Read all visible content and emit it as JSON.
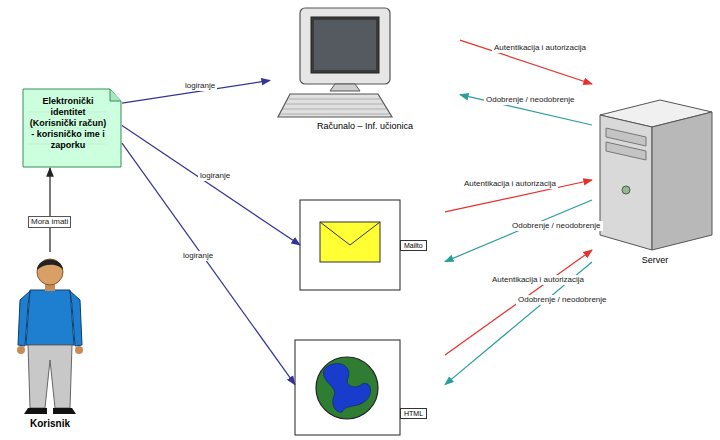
{
  "diagram": {
    "nodes": [
      {
        "text": [
          "Elektronički identitet (Korisnički račun) - korisničko ime i zaporku"
        ]
      },
      {
        "text": [
          "Računalo – Inf. učionica"
        ]
      },
      {
        "text": [
          "Mailto"
        ]
      },
      {
        "text": [
          "Server"
        ]
      },
      {
        "text": [
          "HTML"
        ]
      },
      {
        "text": [
          "Korisnik"
        ]
      }
    ],
    "edges": [
      {
        "from": 0,
        "to": 1,
        "label": "logiranje",
        "arrow": "to"
      },
      {
        "from": 0,
        "to": 2,
        "label": "logiranje",
        "arrow": "to"
      },
      {
        "from": 0,
        "to": 4,
        "label": "logiranje",
        "arrow": "to"
      },
      {
        "from": 1,
        "to": 3,
        "label": "Autentikacija i autorizacija",
        "arrow": "to"
      },
      {
        "from": 3,
        "to": 1,
        "label": "Odobrenje / neodobrenje",
        "arrow": "to"
      },
      {
        "from": 2,
        "to": 3,
        "label": "Autentikacija i autorizacija",
        "arrow": "to"
      },
      {
        "from": 3,
        "to": 2,
        "label": "Odobrenje / neodobrenje",
        "arrow": "to"
      },
      {
        "from": 4,
        "to": 3,
        "label": "Autentikacija i autorizacija",
        "arrow": "to"
      },
      {
        "from": 3,
        "to": 4,
        "label": "Odobrenje / neodobrenje",
        "arrow": "to"
      },
      {
        "from": 5,
        "to": 0,
        "label": "Mora imati",
        "arrow": "to"
      }
    ]
  }
}
